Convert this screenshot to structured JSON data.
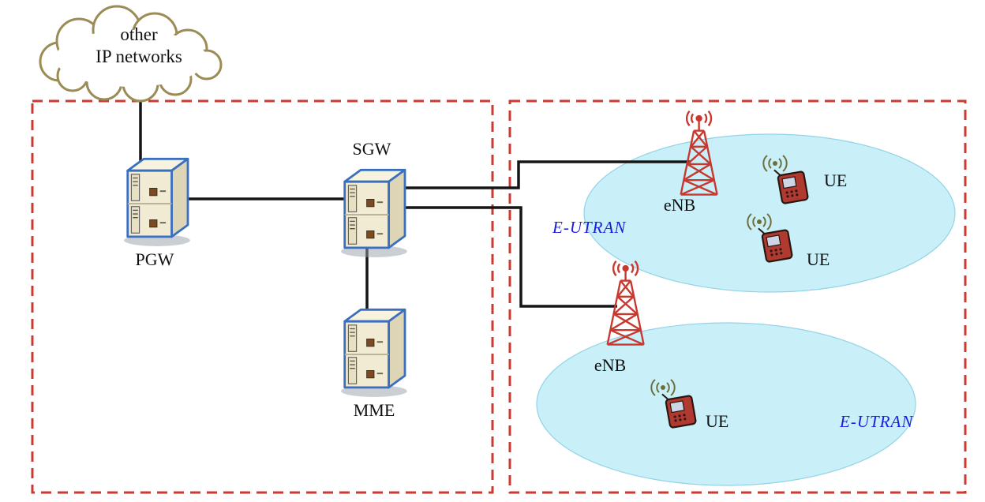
{
  "cloud": {
    "line1": "other",
    "line2": "IP networks"
  },
  "nodes": {
    "pgw": "PGW",
    "sgw": "SGW",
    "mme": "MME",
    "enb1": "eNB",
    "enb2": "eNB",
    "ue1": "UE",
    "ue2": "UE",
    "ue3": "UE",
    "eutran1": "E-UTRAN",
    "eutran2": "E-UTRAN"
  },
  "colors": {
    "dashed_border": "#cb3a31",
    "cell_fill": "#c9eff8",
    "tower_red": "#c9382f",
    "server_outline": "#3a6fc0",
    "cloud_stroke": "#9b8b55",
    "eutran_text": "#1b1be0",
    "link_line": "#151515",
    "ue_body": "#b03a30"
  }
}
